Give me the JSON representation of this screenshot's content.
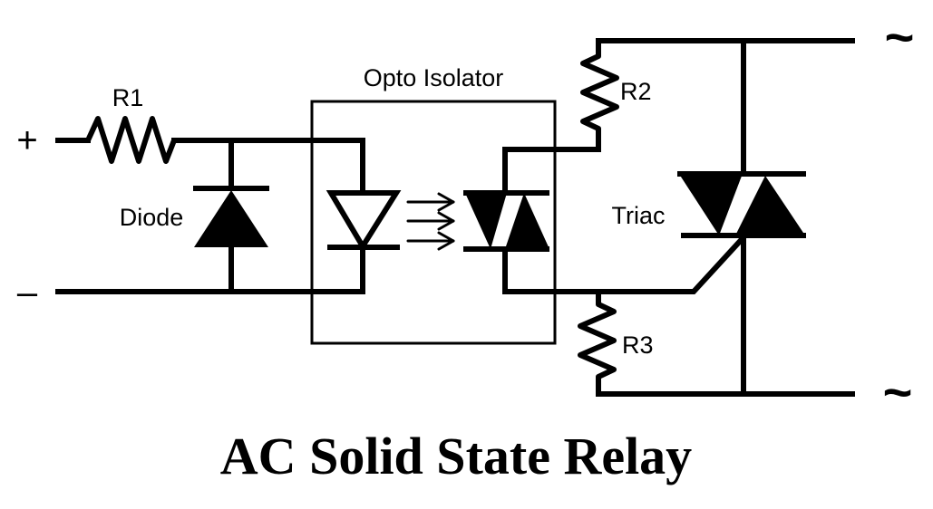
{
  "title": "AC Solid State Relay",
  "terminals": {
    "dc_positive": "+",
    "dc_negative": "–",
    "ac_top": "~",
    "ac_bottom": "~"
  },
  "components": {
    "r1": "R1",
    "r2": "R2",
    "r3": "R3",
    "diode": "Diode",
    "opto_isolator": "Opto Isolator",
    "triac": "Triac"
  },
  "colors": {
    "ink": "#000000",
    "background": "#ffffff"
  }
}
